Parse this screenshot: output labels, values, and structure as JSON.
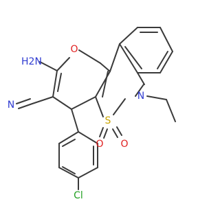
{
  "atoms": {
    "nh2": {
      "text": "H2N",
      "color": "#2f3bd1"
    },
    "o_ring": {
      "text": "O",
      "color": "#e02020"
    },
    "n_ring": {
      "text": "N",
      "color": "#2f3bd1"
    },
    "s": {
      "text": "S",
      "color": "#c9a400"
    },
    "o_s_left": {
      "text": "O",
      "color": "#e02020"
    },
    "o_s_right": {
      "text": "O",
      "color": "#e02020"
    },
    "n_nitrile": {
      "text": "N",
      "color": "#2f3bd1"
    },
    "cl": {
      "text": "Cl",
      "color": "#22a022"
    }
  }
}
